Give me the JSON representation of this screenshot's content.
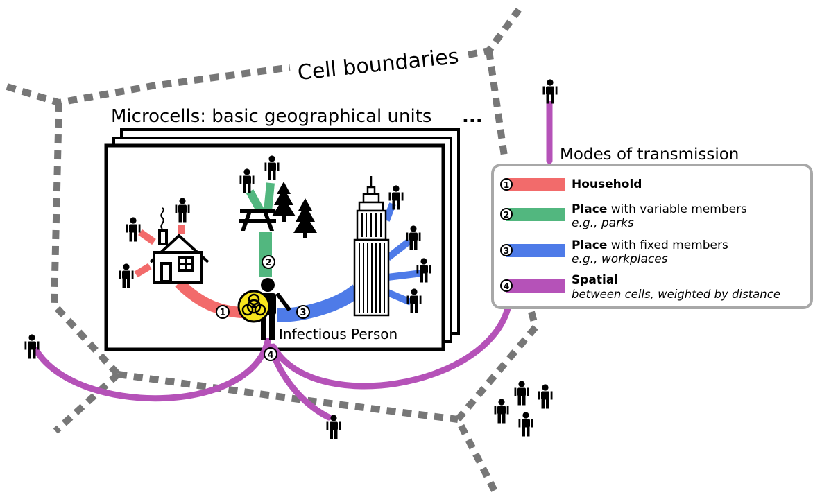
{
  "cell_boundaries_label": "Cell boundaries",
  "microcells_label": "Microcells: basic geographical units",
  "microcells_ellipsis": "...",
  "infectious_person_label": "Infectious Person",
  "legend": {
    "title": "Modes of transmission",
    "items": [
      {
        "num": "1",
        "color": "#f26b6b",
        "title": "Household",
        "subtitle": ""
      },
      {
        "num": "2",
        "color": "#52b77f",
        "title": "Place",
        "title_rest": " with variable members",
        "subtitle": "e.g., parks"
      },
      {
        "num": "3",
        "color": "#4e7be8",
        "title": "Place",
        "title_rest": " with fixed members",
        "subtitle": "e.g., workplaces"
      },
      {
        "num": "4",
        "color": "#b552b8",
        "title": "Spatial",
        "subtitle": "between cells, weighted by distance"
      }
    ]
  },
  "path_numbers": {
    "household": "1",
    "park": "2",
    "workplace": "3",
    "spatial": "4"
  },
  "icons": [
    "house-icon",
    "picnic-table-icon",
    "tree-icon",
    "skyscraper-icon",
    "person-icon",
    "biohazard-icon"
  ],
  "colors": {
    "boundary": "#777777",
    "household": "#f26b6b",
    "park": "#52b77f",
    "workplace": "#4e7be8",
    "spatial": "#b552b8",
    "biohazard": "#f7e51d"
  }
}
